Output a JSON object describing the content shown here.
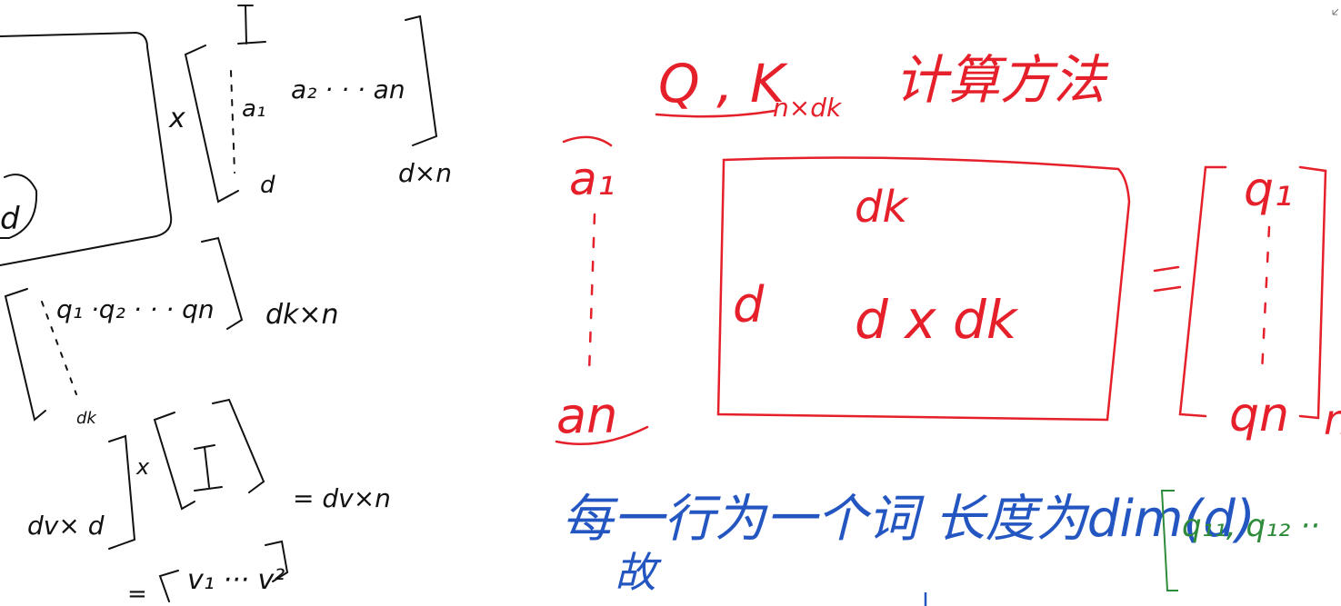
{
  "colors": {
    "black": "#111111",
    "red": "#e5202a",
    "blue": "#2456c2",
    "green": "#2e8b3a"
  },
  "left": {
    "I_top": "I",
    "x_sign": "x",
    "a1": "a₁",
    "row_a": "a₂ · · · an",
    "d_small": "d",
    "dxn": "d×n",
    "d_circled": "d",
    "q_row": "q₁ ·q₂  · · · qn",
    "dk_small": "dk",
    "dkxn": "dk×n",
    "dvxd": "dv× d",
    "times2": "x",
    "I_mid": "I",
    "v_row": "v₁ ··· v²",
    "eq_dvxn": "= dv×n",
    "eq_bottom": "="
  },
  "right": {
    "heading": "Q , K",
    "heading_sub": "n×dk",
    "heading_chinese": "计算方法",
    "a1": "a₁",
    "an": "an",
    "matrix_dk": "dk",
    "matrix_d": "d",
    "matrix_dxdk": "d x dk",
    "equals": "=",
    "q1": "q₁",
    "qn": "qn",
    "n_edge": "n",
    "note_line1": "每一行为一个词 长度为dim(d)",
    "note_line2": "故",
    "green_row": "q₁₁, q₁₂ ··"
  }
}
